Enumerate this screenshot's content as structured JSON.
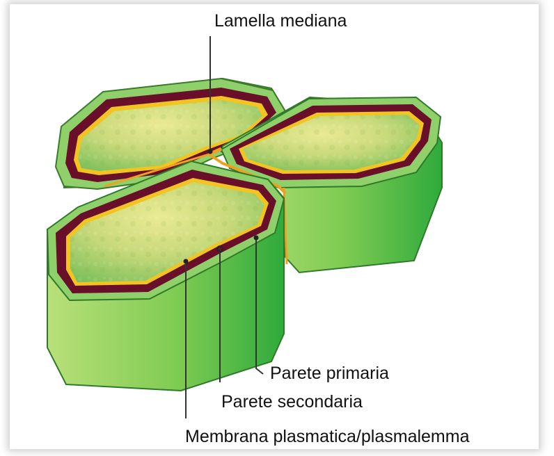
{
  "diagram": {
    "labels": {
      "middle_lamella": "Lamella mediana",
      "primary_wall": "Parete primaria",
      "secondary_wall": "Parete secondaria",
      "plasma_membrane": "Membrana plasmatica/plasmalemma"
    },
    "colors": {
      "side_light": "#b9e07a",
      "side_dark": "#2faa3c",
      "primary_wall_green": "#8fd06b",
      "secondary_wall": "#6a0f2a",
      "membrane": "#f2c422",
      "cytoplasm_light": "#e5e58a",
      "cytoplasm_dark": "#7cc05a",
      "middle_lamella": "#f0a020"
    }
  }
}
